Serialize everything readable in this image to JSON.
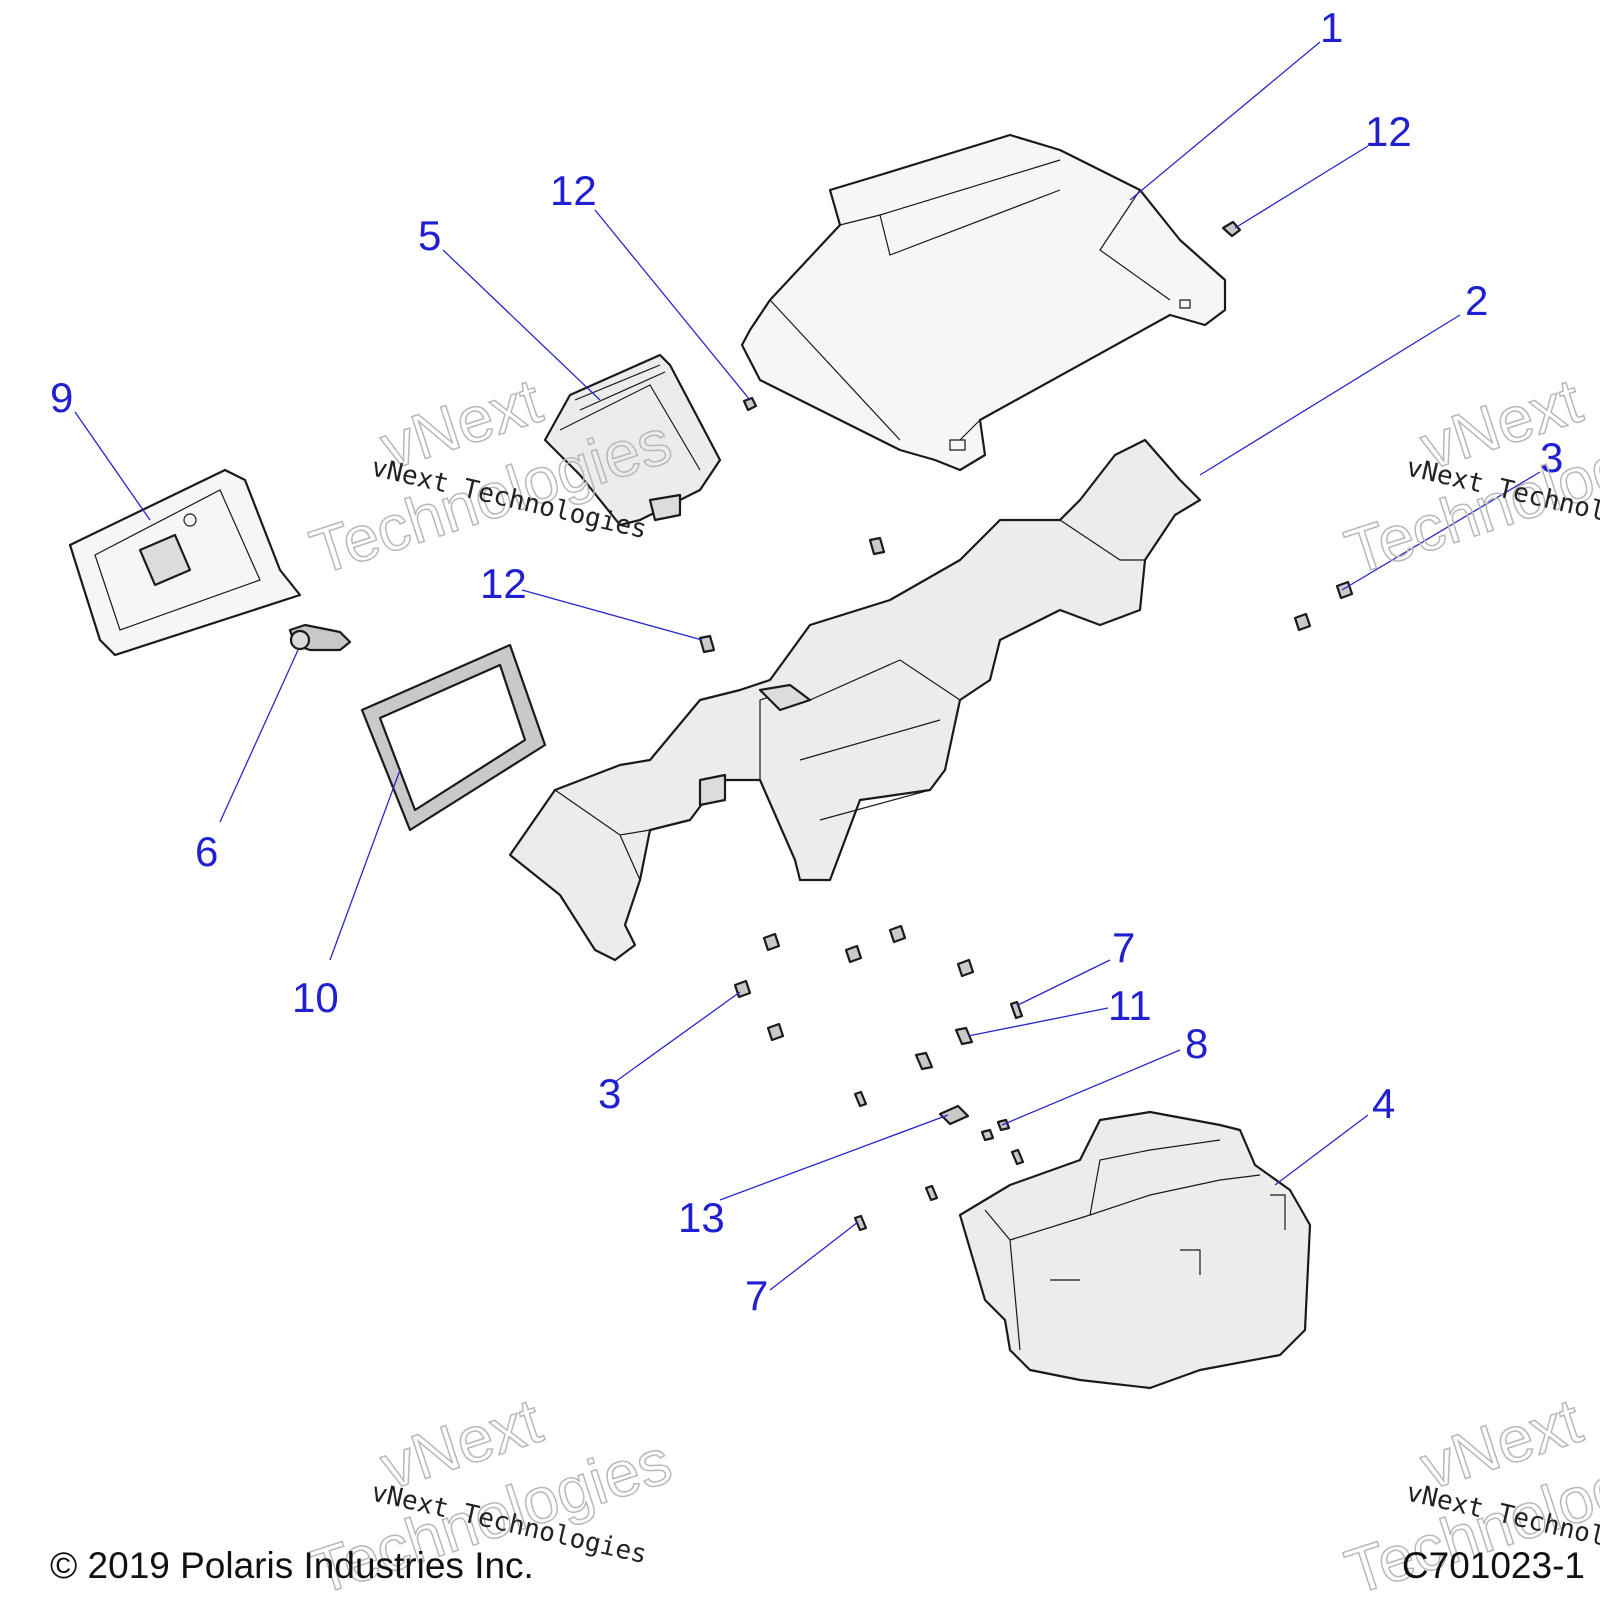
{
  "footer": {
    "copyright": "© 2019 Polaris Industries Inc.",
    "figure_id": "C701023-1"
  },
  "watermark": {
    "line": "vNext Technologies",
    "word1": "vNext",
    "word2": "Technologies"
  },
  "callouts": {
    "c1": "1",
    "c2": "2",
    "c3_right": "3",
    "c3_lower": "3",
    "c4": "4",
    "c5": "5",
    "c6": "6",
    "c7_upper": "7",
    "c7_lower": "7",
    "c8": "8",
    "c9": "9",
    "c10": "10",
    "c11": "11",
    "c12_top_right": "12",
    "c12_top": "12",
    "c12_mid": "12",
    "c13": "13"
  }
}
